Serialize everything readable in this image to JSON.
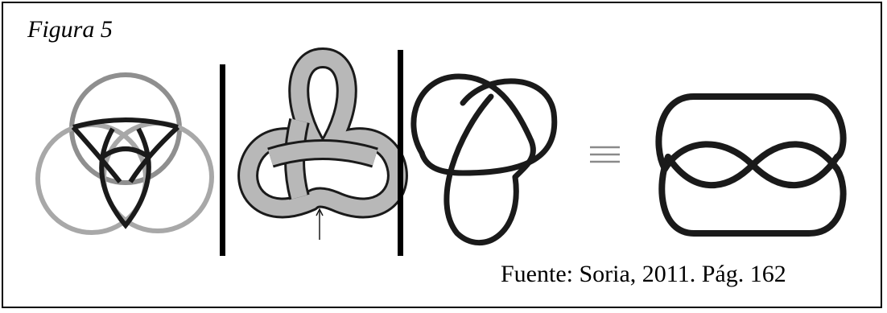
{
  "figure": {
    "caption": "Figura 5",
    "source": "Fuente: Soria, 2011. Pág. 162"
  },
  "panels": [
    {
      "name": "borromean-rings",
      "ring_colors": [
        "#8f8f8f",
        "#a8a8a8",
        "#1a1a1a"
      ]
    },
    {
      "name": "trefoil-ribbon",
      "fill_color": "#b8b8b8",
      "outline_color": "#1a1a1a"
    },
    {
      "name": "trefoil-knot",
      "stroke_color": "#1a1a1a"
    },
    {
      "name": "equivalence-symbol",
      "stroke_color": "#8a8a8a"
    },
    {
      "name": "figure-eight-knot",
      "stroke_color": "#1a1a1a"
    }
  ]
}
